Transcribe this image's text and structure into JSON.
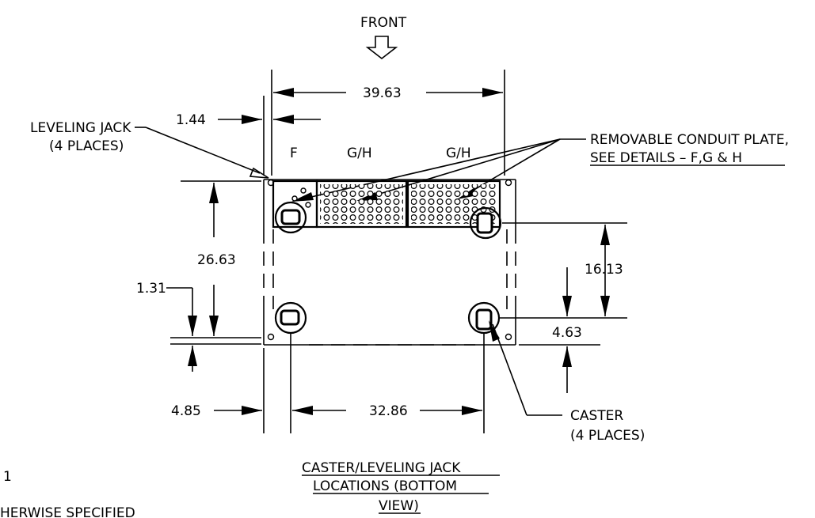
{
  "view": {
    "front_label": "FRONT",
    "title_lines": [
      "CASTER/LEVELING JACK",
      "LOCATIONS (BOTTOM",
      "VIEW)"
    ]
  },
  "callouts": {
    "leveling_jack": [
      "LEVELING JACK",
      "(4 PLACES)"
    ],
    "conduit_plate": [
      "REMOVABLE CONDUIT PLATE,",
      "SEE DETAILS – F,G & H"
    ],
    "caster": [
      "CASTER",
      "(4 PLACES)"
    ]
  },
  "plate_labels": [
    "F",
    "G/H",
    "G/H"
  ],
  "dimensions": {
    "overall_width": "39.63",
    "jack_offset": "1.44",
    "depth": "26.63",
    "bottom_offset": "1.31",
    "caster_spacing_depth": "16.13",
    "caster_edge_offset": "4.63",
    "caster_side_offset": "4.85",
    "caster_spacing_width": "32.86"
  },
  "edge_notes": [
    "1",
    "HERWISE SPECIFIED"
  ]
}
